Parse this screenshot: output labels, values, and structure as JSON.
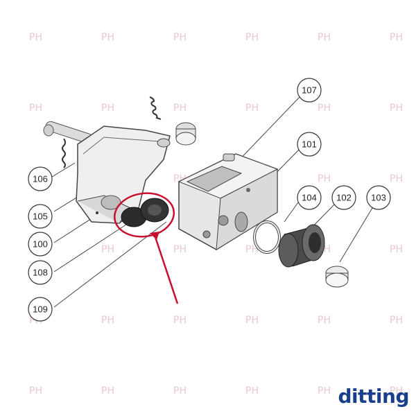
{
  "callouts": [
    {
      "id": "c107",
      "label": "107"
    },
    {
      "id": "c101",
      "label": "101"
    },
    {
      "id": "c104",
      "label": "104"
    },
    {
      "id": "c102",
      "label": "102"
    },
    {
      "id": "c103",
      "label": "103"
    },
    {
      "id": "c106",
      "label": "106"
    },
    {
      "id": "c105",
      "label": "105"
    },
    {
      "id": "c100",
      "label": "100"
    },
    {
      "id": "c108",
      "label": "108"
    },
    {
      "id": "c109",
      "label": "109"
    }
  ],
  "brand": {
    "logo_text": "ditting",
    "color": "#1a3f8a"
  },
  "highlight": {
    "color": "#c8102e"
  },
  "watermark": {
    "text": "PH"
  }
}
